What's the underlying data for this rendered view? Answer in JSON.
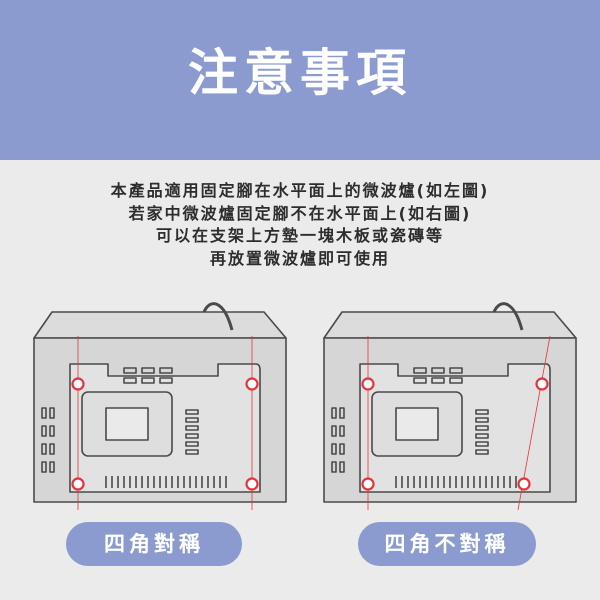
{
  "header": {
    "title": "注意事項",
    "bg_color": "#8b9bd0"
  },
  "notes": [
    "本產品適用固定腳在水平面上的微波爐(如左圖)",
    "若家中微波爐固定腳不在水平面上(如右圖)",
    "可以在支架上方墊一塊木板或瓷磚等",
    "再放置微波爐即可使用"
  ],
  "labels": {
    "symmetric": "四角對稱",
    "asymmetric": "四角不對稱"
  },
  "colors": {
    "marker": "#e0353b",
    "outline": "#4a4a4a",
    "appliance": "#d6d6d6"
  }
}
